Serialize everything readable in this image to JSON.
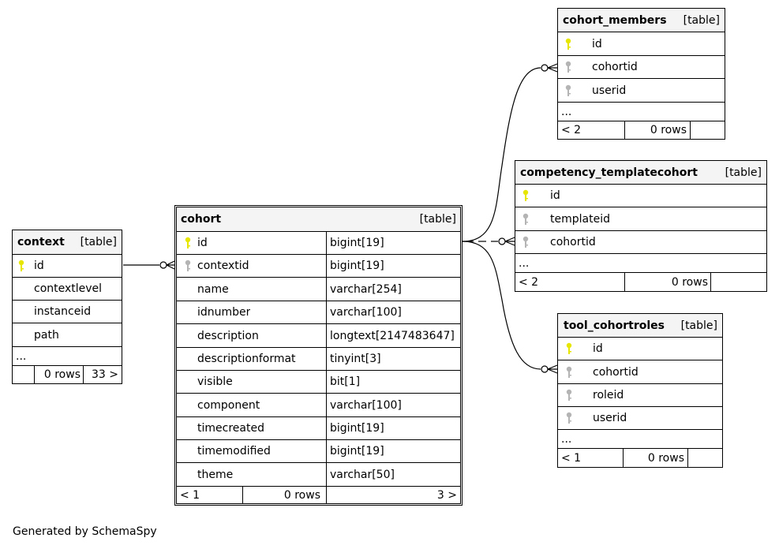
{
  "footer": "Generated by SchemaSpy",
  "colors": {
    "pk_key": "#e6e600",
    "fk_key": "#b4b4b4",
    "header_bg": "#f4f4f4"
  },
  "tables": {
    "context": {
      "name": "context",
      "kind": "[table]",
      "columns": [
        {
          "name": "id",
          "key": "pk"
        },
        {
          "name": "contextlevel",
          "key": ""
        },
        {
          "name": "instanceid",
          "key": ""
        },
        {
          "name": "path",
          "key": ""
        }
      ],
      "more": "...",
      "footer": {
        "parents": "",
        "rows": "0 rows",
        "children": "33 >"
      }
    },
    "cohort": {
      "name": "cohort",
      "kind": "[table]",
      "columns": [
        {
          "name": "id",
          "type": "bigint[19]",
          "key": "pk"
        },
        {
          "name": "contextid",
          "type": "bigint[19]",
          "key": "fk"
        },
        {
          "name": "name",
          "type": "varchar[254]",
          "key": ""
        },
        {
          "name": "idnumber",
          "type": "varchar[100]",
          "key": ""
        },
        {
          "name": "description",
          "type": "longtext[2147483647]",
          "key": ""
        },
        {
          "name": "descriptionformat",
          "type": "tinyint[3]",
          "key": ""
        },
        {
          "name": "visible",
          "type": "bit[1]",
          "key": ""
        },
        {
          "name": "component",
          "type": "varchar[100]",
          "key": ""
        },
        {
          "name": "timecreated",
          "type": "bigint[19]",
          "key": ""
        },
        {
          "name": "timemodified",
          "type": "bigint[19]",
          "key": ""
        },
        {
          "name": "theme",
          "type": "varchar[50]",
          "key": ""
        }
      ],
      "footer": {
        "parents": "< 1",
        "rows": "0 rows",
        "children": "3 >"
      }
    },
    "cohort_members": {
      "name": "cohort_members",
      "kind": "[table]",
      "columns": [
        {
          "name": "id",
          "key": "pk"
        },
        {
          "name": "cohortid",
          "key": "fk"
        },
        {
          "name": "userid",
          "key": "fk"
        }
      ],
      "more": "...",
      "footer": {
        "parents": "< 2",
        "rows": "0 rows",
        "children": ""
      }
    },
    "competency_templatecohort": {
      "name": "competency_templatecohort",
      "kind": "[table]",
      "columns": [
        {
          "name": "id",
          "key": "pk"
        },
        {
          "name": "templateid",
          "key": "fk"
        },
        {
          "name": "cohortid",
          "key": "fk"
        }
      ],
      "more": "...",
      "footer": {
        "parents": "< 2",
        "rows": "0 rows",
        "children": ""
      }
    },
    "tool_cohortroles": {
      "name": "tool_cohortroles",
      "kind": "[table]",
      "columns": [
        {
          "name": "id",
          "key": "pk"
        },
        {
          "name": "cohortid",
          "key": "fk"
        },
        {
          "name": "roleid",
          "key": "fk"
        },
        {
          "name": "userid",
          "key": "fk"
        }
      ],
      "more": "...",
      "footer": {
        "parents": "< 1",
        "rows": "0 rows",
        "children": ""
      }
    }
  }
}
